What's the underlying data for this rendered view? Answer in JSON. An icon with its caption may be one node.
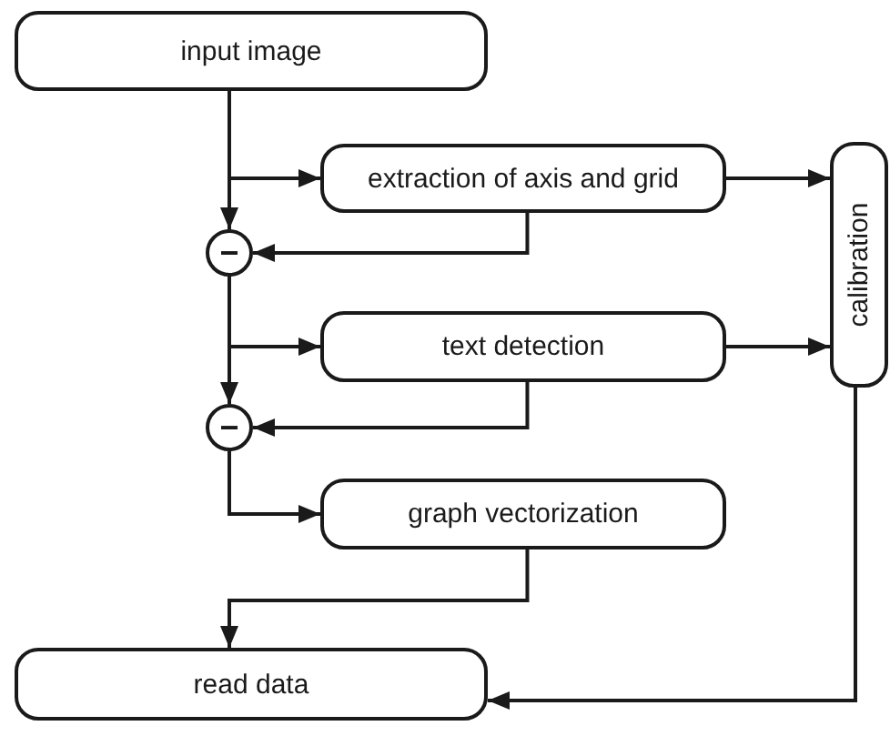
{
  "diagram": {
    "nodes": [
      {
        "text": [
          "input image"
        ]
      },
      {
        "text": [
          "extraction of axis and grid"
        ]
      },
      {
        "text": [
          "−"
        ]
      },
      {
        "text": [
          "text detection"
        ]
      },
      {
        "text": [
          "−"
        ]
      },
      {
        "text": [
          "graph vectorization"
        ]
      },
      {
        "text": [
          "calibration"
        ]
      },
      {
        "text": [
          "read data"
        ]
      }
    ],
    "edges": [
      {
        "from": 0,
        "to": 1,
        "arrow": "to"
      },
      {
        "from": 0,
        "to": 2,
        "arrow": "to"
      },
      {
        "from": 1,
        "to": 2,
        "arrow": "to"
      },
      {
        "from": 1,
        "to": 6,
        "arrow": "to"
      },
      {
        "from": 2,
        "to": 3,
        "arrow": "to"
      },
      {
        "from": 2,
        "to": 4,
        "arrow": "to"
      },
      {
        "from": 3,
        "to": 4,
        "arrow": "to"
      },
      {
        "from": 3,
        "to": 6,
        "arrow": "to"
      },
      {
        "from": 4,
        "to": 5,
        "arrow": "to"
      },
      {
        "from": 5,
        "to": 7,
        "arrow": "to"
      },
      {
        "from": 6,
        "to": 7,
        "arrow": "to"
      }
    ]
  }
}
